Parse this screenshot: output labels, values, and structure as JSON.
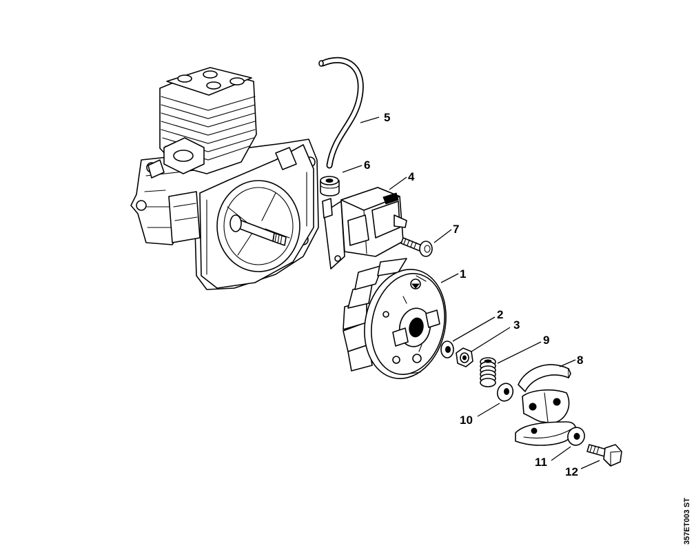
{
  "diagram": {
    "drawing_code": "357ET003 ST",
    "callouts": [
      {
        "id": "1",
        "part": "flywheel"
      },
      {
        "id": "2",
        "part": "washer"
      },
      {
        "id": "3",
        "part": "nut"
      },
      {
        "id": "4",
        "part": "ignition-module"
      },
      {
        "id": "5",
        "part": "hose"
      },
      {
        "id": "6",
        "part": "grommet"
      },
      {
        "id": "7",
        "part": "screw"
      },
      {
        "id": "8",
        "part": "clutch-shoe"
      },
      {
        "id": "9",
        "part": "spring"
      },
      {
        "id": "10",
        "part": "washer"
      },
      {
        "id": "11",
        "part": "washer"
      },
      {
        "id": "12",
        "part": "shoulder-screw"
      }
    ]
  }
}
